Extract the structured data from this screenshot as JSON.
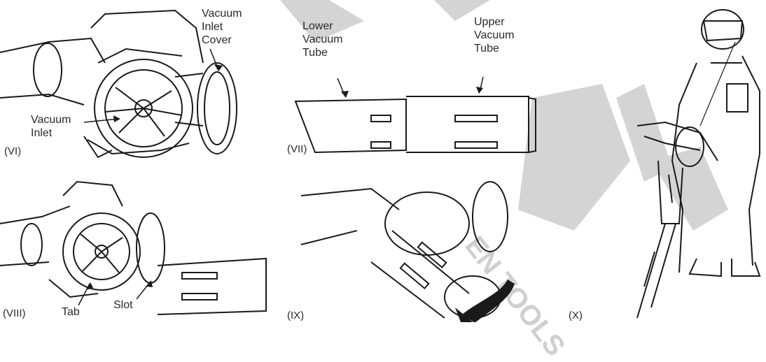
{
  "panels": {
    "vi": {
      "number": "(VI)",
      "labels": {
        "cover": "Vacuum\nInlet\nCover",
        "inlet": "Vacuum\nInlet"
      }
    },
    "vii": {
      "number": "(VII)",
      "labels": {
        "lower": "Lower\nVacuum\nTube",
        "upper": "Upper\nVacuum\nTube"
      }
    },
    "viii": {
      "number": "(VIII)",
      "labels": {
        "tab": "Tab",
        "slot": "Slot"
      }
    },
    "ix": {
      "number": "(IX)"
    },
    "x": {
      "number": "(X)"
    }
  },
  "watermark": {
    "text": "EN TOOLS"
  },
  "colors": {
    "ink": "#1a1a1a",
    "watermark": "#cfcfcf"
  }
}
